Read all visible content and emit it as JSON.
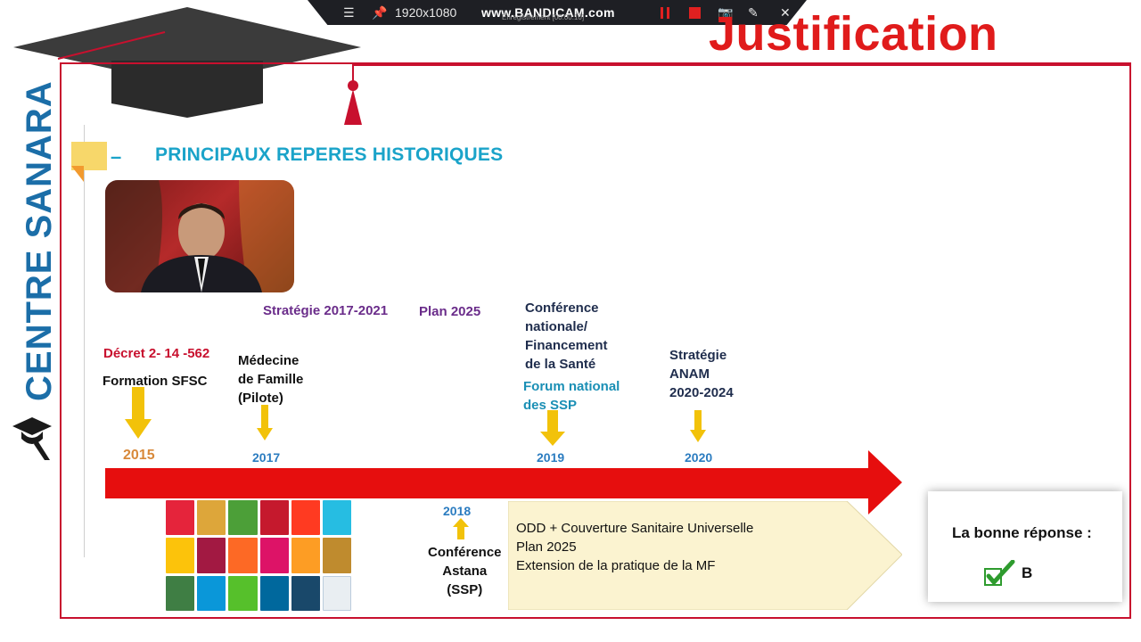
{
  "toolbar": {
    "resolution": "1920x1080",
    "brand": "www.BANDICAM.com",
    "brand_sub": "Enregistrement [00:00:10]"
  },
  "slide": {
    "title": "Justification",
    "brand_left": "CENTRE SANARA",
    "section_title": "PRINCIPAUX REPERES HISTORIQUES",
    "section_dash": "–"
  },
  "timeline": {
    "events": [
      {
        "year": "2015",
        "label1": "Décret 2- 14 -562",
        "label2": "Formation SFSC"
      },
      {
        "year": "2017",
        "label": "Médecine\nde Famille\n(Pilote)",
        "top": "Stratégie 2017-2021"
      },
      {
        "year": "2018",
        "label": "Conférence\nAstana\n(SSP)",
        "top": "Plan 2025"
      },
      {
        "year": "2019",
        "label": "Conférence\nnationale/\nFinancement\nde la Santé",
        "sub": "Forum national\ndes SSP"
      },
      {
        "year": "2020",
        "label": "Stratégie\nANAM\n2020-2024"
      }
    ]
  },
  "banner": {
    "lines": [
      "ODD + Couverture Sanitaire Universelle",
      "Plan 2025",
      "Extension de la pratique de la MF"
    ]
  },
  "answer": {
    "title": "La bonne réponse :",
    "value": "B"
  },
  "colors": {
    "accent_red": "#c8102e",
    "teal": "#1aa3c9",
    "purple": "#6a2c8a",
    "arrow_yellow": "#f2c20a"
  },
  "icons": [
    "menu-icon",
    "pin-icon",
    "pause-icon",
    "stop-icon",
    "camera-icon",
    "pencil-icon",
    "close-icon",
    "graduation-cap-icon",
    "check-icon"
  ]
}
